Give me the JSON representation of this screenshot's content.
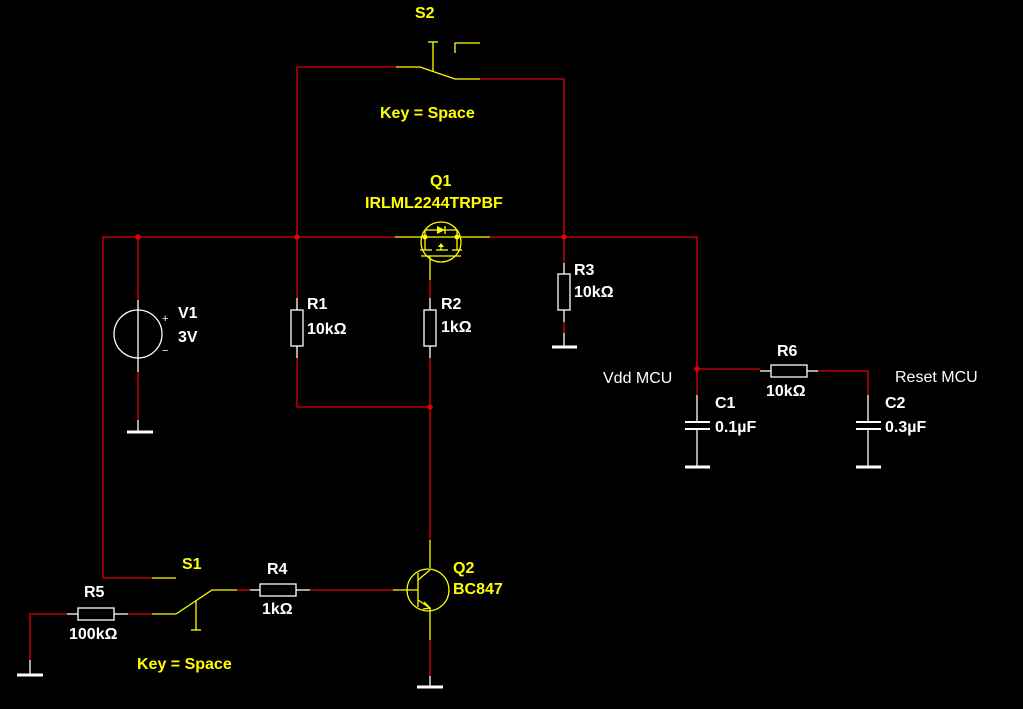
{
  "schematic": {
    "background": "#000000",
    "colors": {
      "wire": "#e00000",
      "interactive_part": "#ffff00",
      "passive_part": "#ffffff"
    },
    "components": {
      "S2": {
        "ref": "S2",
        "key_label": "Key = Space"
      },
      "Q1": {
        "ref": "Q1",
        "value": "IRLML2244TRPBF"
      },
      "V1": {
        "ref": "V1",
        "value": "3V",
        "plus": "+",
        "minus": "−"
      },
      "R1": {
        "ref": "R1",
        "value": "10kΩ"
      },
      "R2": {
        "ref": "R2",
        "value": "1kΩ"
      },
      "R3": {
        "ref": "R3",
        "value": "10kΩ"
      },
      "R4": {
        "ref": "R4",
        "value": "1kΩ"
      },
      "R5": {
        "ref": "R5",
        "value": "100kΩ"
      },
      "R6": {
        "ref": "R6",
        "value": "10kΩ"
      },
      "C1": {
        "ref": "C1",
        "value": "0.1µF"
      },
      "C2": {
        "ref": "C2",
        "value": "0.3µF"
      },
      "S1": {
        "ref": "S1",
        "key_label": "Key = Space"
      },
      "Q2": {
        "ref": "Q2",
        "value": "BC847"
      }
    },
    "net_labels": {
      "vdd": "Vdd MCU",
      "reset": "Reset MCU"
    }
  }
}
